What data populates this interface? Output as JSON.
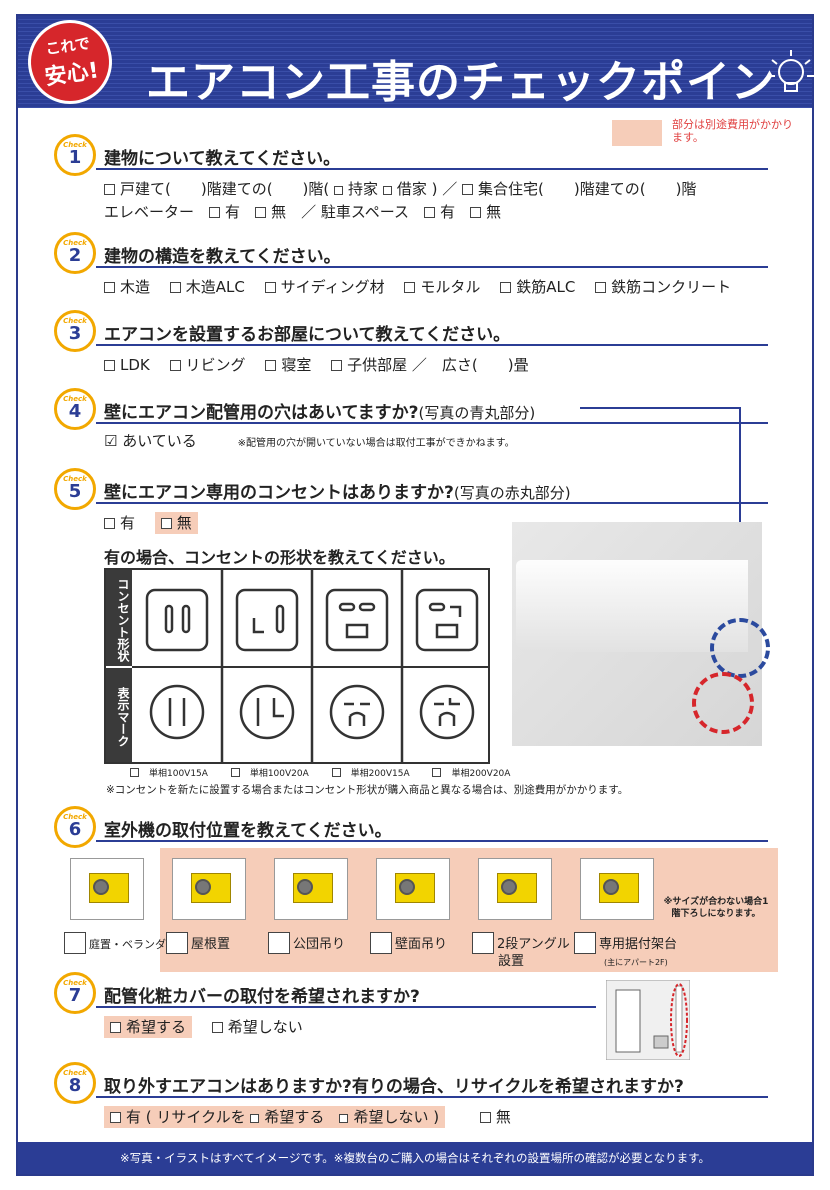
{
  "header": {
    "badge_small": "これで",
    "badge_big": "安心!",
    "title": "エアコン工事のチェックポイント"
  },
  "legend": {
    "note": "部分は別途費用がかかります。"
  },
  "check_label": "Check",
  "s1": {
    "num": "1",
    "q": "建物について教えてください。",
    "line1": "戸建て(　　)階建ての(　　)階(",
    "own": "持家",
    "rent": "借家 ) ／",
    "apt": "集合住宅(　　)階建ての(　　)階",
    "line2a": "エレベーター",
    "yes": "有",
    "no": "無",
    "parking": "／ 駐車スペース"
  },
  "s2": {
    "num": "2",
    "q": "建物の構造を教えてください。",
    "opts": [
      "木造",
      "木造ALC",
      "サイディング材",
      "モルタル",
      "鉄筋ALC",
      "鉄筋コンクリート"
    ]
  },
  "s3": {
    "num": "3",
    "q": "エアコンを設置するお部屋について教えてください。",
    "opts": [
      "LDK",
      "リビング",
      "寝室",
      "子供部屋 ／　広さ(　　)畳"
    ]
  },
  "s4": {
    "num": "4",
    "q": "壁にエアコン配管用の穴はあいてますか?",
    "q_note": "(写真の青丸部分)",
    "check": "☑",
    "ans": "あいている",
    "note": "※配管用の穴が開いていない場合は取付工事ができかねます。"
  },
  "s5": {
    "num": "5",
    "q": "壁にエアコン専用のコンセントはありますか?",
    "q_note": "(写真の赤丸部分)",
    "yes": "有",
    "no": "無"
  },
  "outlet": {
    "head": "有の場合、コンセントの形状を教えてください。",
    "row1": "コンセント形状",
    "row2": "表示マーク",
    "labels": [
      "単相100V15A",
      "単相100V20A",
      "単相200V15A",
      "単相200V20A"
    ],
    "footnote": "※コンセントを新たに設置する場合またはコンセント形状が購入商品と異なる場合は、別途費用がかかります。"
  },
  "s6": {
    "num": "6",
    "q": "室外機の取付位置を教えてください。",
    "units": [
      "庭置・ベランダ",
      "屋根置",
      "公団吊り",
      "壁面吊り",
      "2段アングル",
      "専用据付架台"
    ],
    "unit5_sub": "設置",
    "unit6_sub": "(主にアパート2F)",
    "note": "※サイズが合わない場合1階下ろしになります。"
  },
  "s7": {
    "num": "7",
    "q": "配管化粧カバーの取付を希望されますか?",
    "a1": "希望する",
    "a2": "希望しない"
  },
  "s8": {
    "num": "8",
    "q": "取り外すエアコンはありますか?有りの場合、リサイクルを希望されますか?",
    "a1": "有 ( リサイクルを",
    "a2": "希望する",
    "a3": "希望しない )",
    "no": "無"
  },
  "footer": "※写真・イラストはすべてイメージです。※複数台のご購入の場合はそれぞれの設置場所の確認が必要となります。"
}
